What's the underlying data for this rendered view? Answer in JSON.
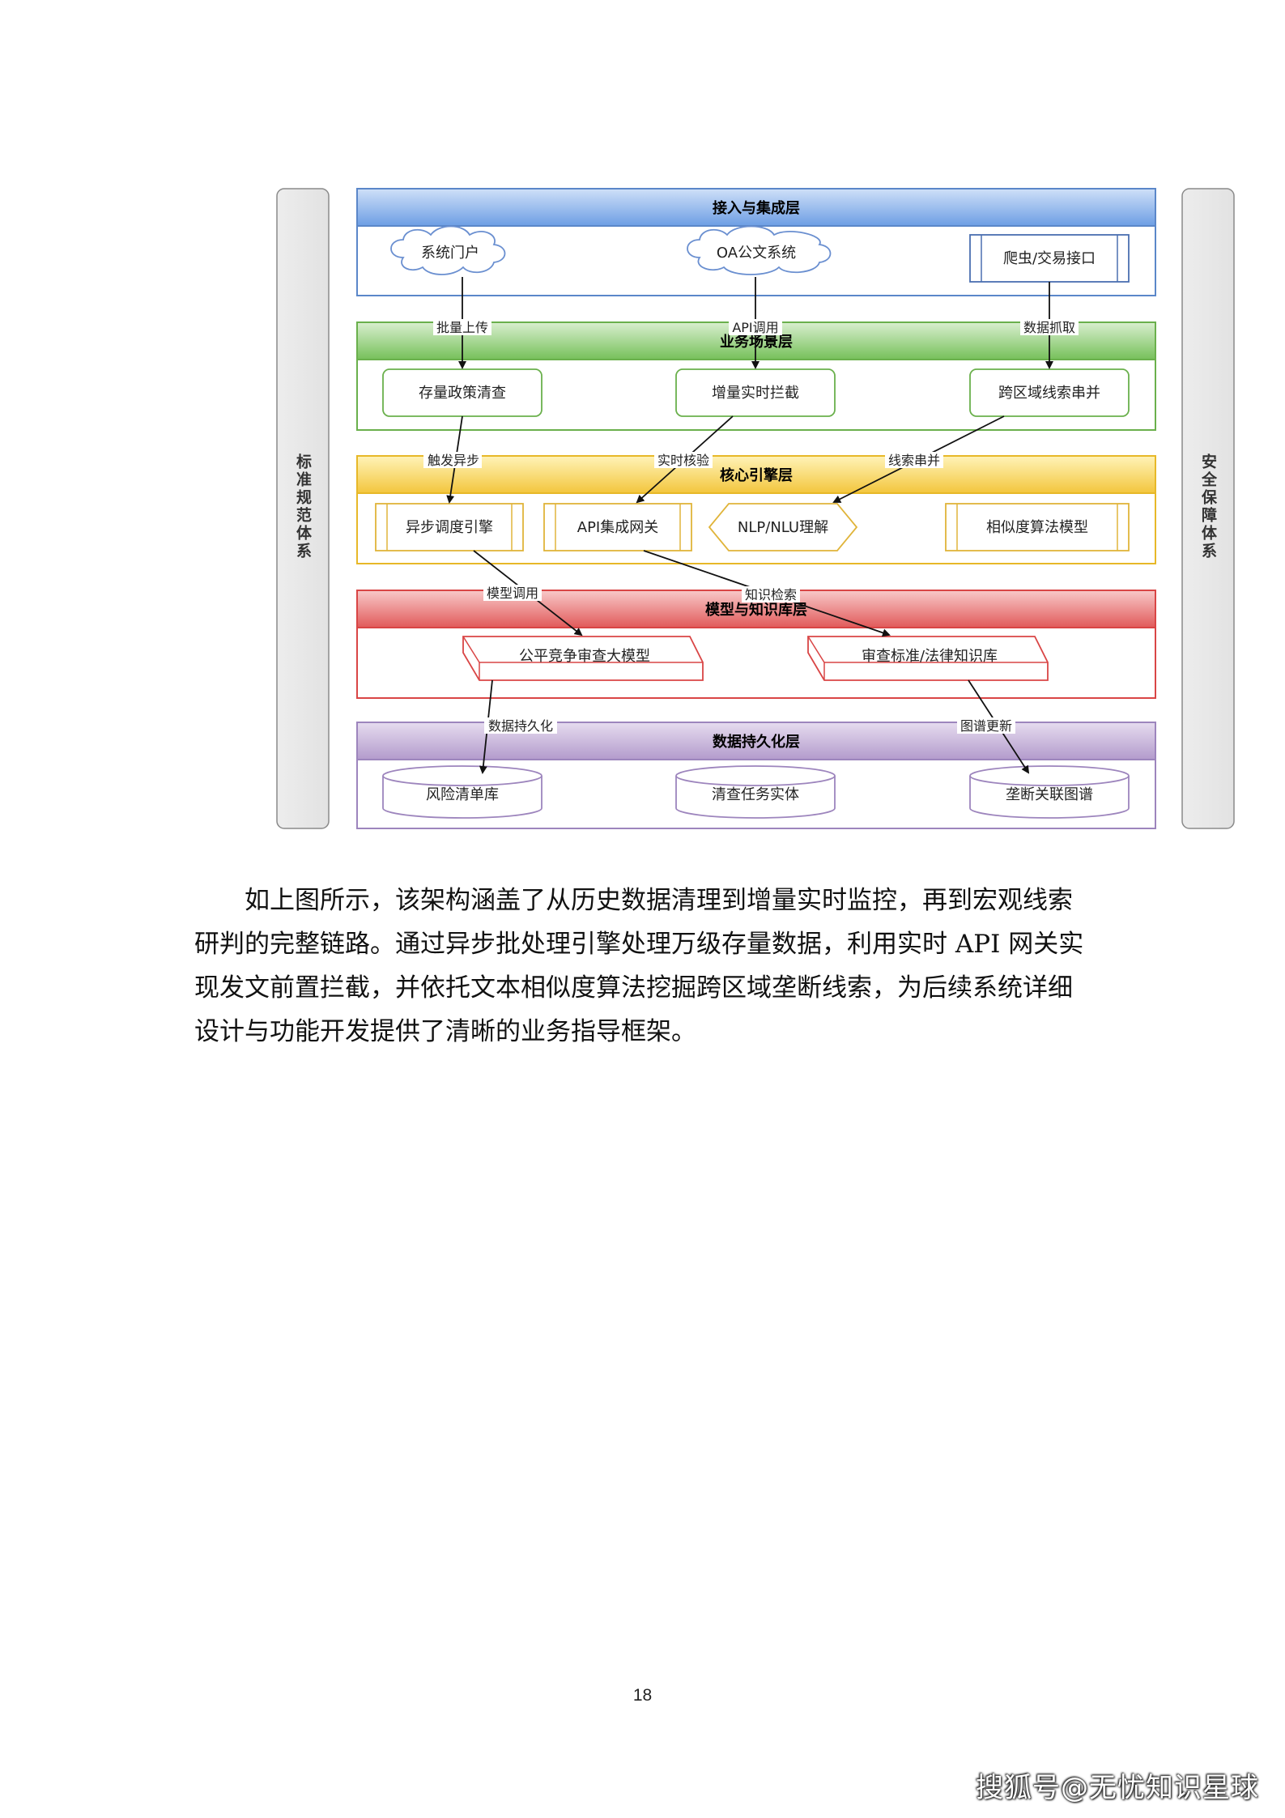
{
  "diagram": {
    "side_left": "标准规范体系",
    "side_right": "安全保障体系",
    "layers": [
      {
        "title": "接入与集成层",
        "nodes": [
          "系统门户",
          "OA公文系统",
          "爬虫/交易接口"
        ]
      },
      {
        "title": "业务场景层",
        "nodes": [
          "存量政策清查",
          "增量实时拦截",
          "跨区域线索串并"
        ]
      },
      {
        "title": "核心引擎层",
        "nodes": [
          "异步调度引擎",
          "API集成网关",
          "NLP/NLU理解",
          "相似度算法模型"
        ]
      },
      {
        "title": "模型与知识库层",
        "nodes": [
          "公平竞争审查大模型",
          "审查标准/法律知识库"
        ]
      },
      {
        "title": "数据持久化层",
        "nodes": [
          "风险清单库",
          "清查任务实体",
          "垄断关联图谱"
        ]
      }
    ],
    "edge_labels": {
      "upload": "批量上传",
      "api_call": "API调用",
      "data_fetch": "数据抓取",
      "trigger": "触发异步",
      "realtime_check": "实时核验",
      "merge": "线索串并",
      "model_call": "模型调用",
      "knowledge_search": "知识检索",
      "persist": "数据持久化",
      "graph_update": "图谱更新"
    }
  },
  "paragraph": {
    "line1": "如上图所示，该架构涵盖了从历史数据清理到增量实时监控，再到宏观线索",
    "line2": "研判的完整链路。通过异步批处理引擎处理万级存量数据，利用实时 API 网关实",
    "line3": "现发文前置拦截，并依托文本相似度算法挖掘跨区域垄断线索，为后续系统详细",
    "line4": "设计与功能开发提供了清晰的业务指导框架。"
  },
  "page_number": "18",
  "watermark": "搜狐号@无忧知识星球"
}
